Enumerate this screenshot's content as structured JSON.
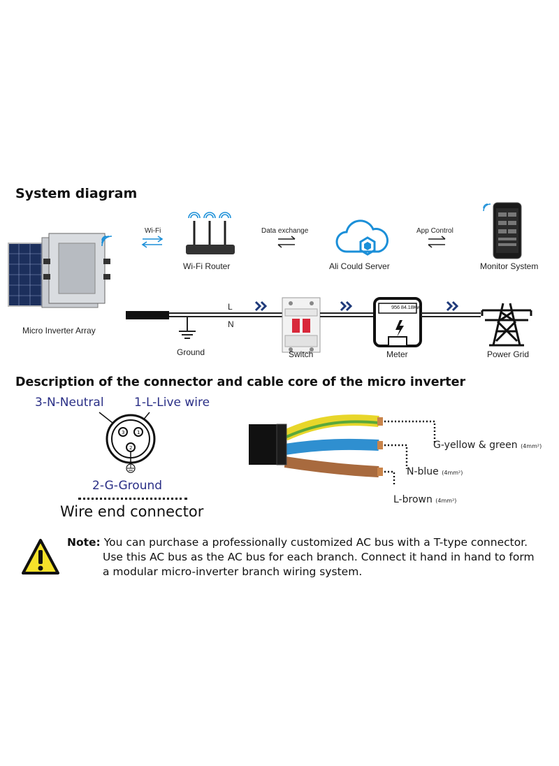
{
  "system": {
    "title": "System diagram",
    "micro_inverter_label": "Micro Inverter Array",
    "wifi_label": "Wi-Fi",
    "router_label": "Wi-Fi Router",
    "data_exchange_label": "Data exchange",
    "server_label": "Ali Could Server",
    "app_control_label": "App Control",
    "monitor_label": "Monitor System",
    "l_label": "L",
    "n_label": "N",
    "ground_label": "Ground",
    "switch_label": "Switch",
    "meter_label": "Meter",
    "meter_reading": "956 84.18Kw",
    "grid_label": "Power Grid"
  },
  "connector": {
    "title": "Description of the connector and cable core of the micro inverter",
    "neutral_label": "3-N-Neutral",
    "live_label": "1-L-Live wire",
    "ground_label": "2-G-Ground",
    "wire_end_label": "Wire end connector",
    "g_label": "G-yellow & green",
    "g_size": "(4mm²)",
    "n_label": "N-blue",
    "n_size": "(4mm²)",
    "l_label": "L-brown",
    "l_size": "(4mm²)"
  },
  "note": {
    "prefix": "Note:",
    "line1": "You can purchase a professionally customized AC bus with a T-type connector.",
    "line2": "Use this AC bus as the AC bus for each branch. Connect it hand in hand to form",
    "line3": "a modular micro-inverter branch wiring system."
  },
  "colors": {
    "blue_accent": "#1b8fd8",
    "label_blue": "#2a2f86",
    "arrow_navy": "#1f3a7a",
    "wire_yellow": "#e8d62a",
    "wire_green": "#5aa83a",
    "wire_blue": "#2f8fd0",
    "wire_brown": "#a86a3e",
    "breaker_red": "#d8283a"
  }
}
